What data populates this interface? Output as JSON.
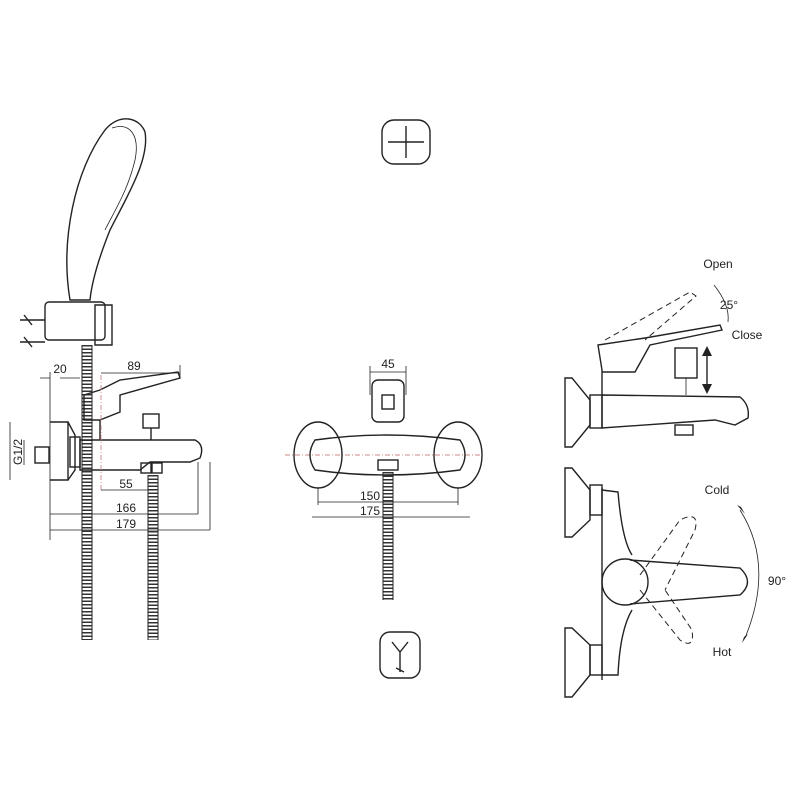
{
  "side_view": {
    "dim_lever": "89",
    "dim_wall": "20",
    "thread": "G1/2",
    "dim_spout_center": "55",
    "dim_spout": "166",
    "dim_total": "179"
  },
  "front_view": {
    "dim_body": "45",
    "dim_centers": "150",
    "dim_width": "175"
  },
  "lever_detail": {
    "open_label": "Open",
    "angle_label": "25°",
    "close_label": "Close"
  },
  "rotation_detail": {
    "cold_label": "Cold",
    "angle_label": "90°",
    "hot_label": "Hot"
  },
  "icons": [
    "wall-mount-cross-icon",
    "wrench-install-icon"
  ]
}
